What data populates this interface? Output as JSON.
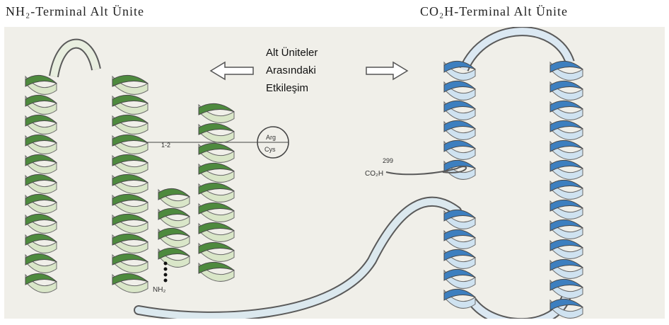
{
  "headers": {
    "left": "NH₂-Terminal Alt Ünite",
    "right": "CO₂H-Terminal Alt Ünite"
  },
  "center_label": {
    "line1": "Alt Üniteler",
    "line2": "Arasındaki",
    "line3": "Etkileşim"
  },
  "annotations": {
    "arg": "Arg",
    "cys": "Cys",
    "bond": "1-2",
    "residue_number": "299",
    "co2h": "CO₂H",
    "nh2": "NH₂"
  },
  "colors": {
    "background": "#f0efe9",
    "green_helix": "#4e8a3e",
    "green_light": "#d9e6c8",
    "blue_helix": "#3d7fbf",
    "blue_light": "#cfe2f0",
    "outline": "#5a5a5a"
  },
  "icons": {
    "left_arrow": "left-double-arrow-icon",
    "right_arrow": "right-double-arrow-icon"
  }
}
